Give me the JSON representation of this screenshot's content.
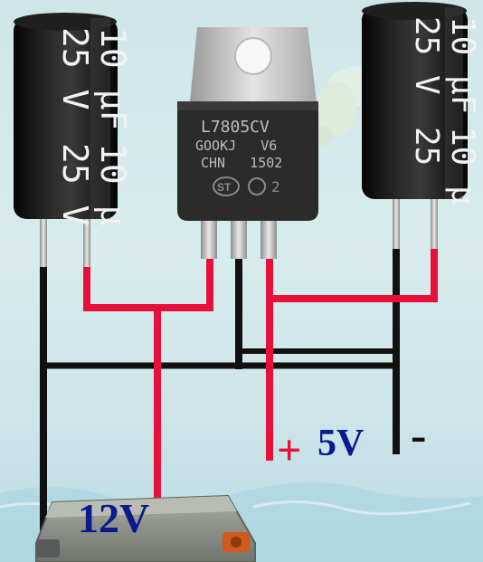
{
  "colors": {
    "positive_wire": "#e8103a",
    "negative_wire": "#111111",
    "label_blue": "#0a1a8c",
    "capacitor_body": "#1a1a1a",
    "regulator_body": "#2b2b2b",
    "tab_metal": "#c9c9c9",
    "battery_body": "#8a8f86"
  },
  "capacitor_left": {
    "capacitance": "10 μF",
    "voltage": "25 V",
    "marking_1": "10 μF",
    "marking_2": "25 V",
    "marking_3": "10 μ",
    "marking_4": "25 V"
  },
  "capacitor_right": {
    "marking_1": "10 μF",
    "marking_2": "25 V",
    "marking_3": "10 μ",
    "marking_4": "25"
  },
  "regulator": {
    "line1": "L7805CV",
    "line2": "GOOKJ   V6",
    "line3": "CHN   1502",
    "logo": "ST",
    "trademark": "2"
  },
  "labels": {
    "output_plus": "+",
    "output_voltage": "5V",
    "output_minus": "-",
    "input_voltage": "12V"
  },
  "icons": {
    "battery": "battery-icon"
  }
}
